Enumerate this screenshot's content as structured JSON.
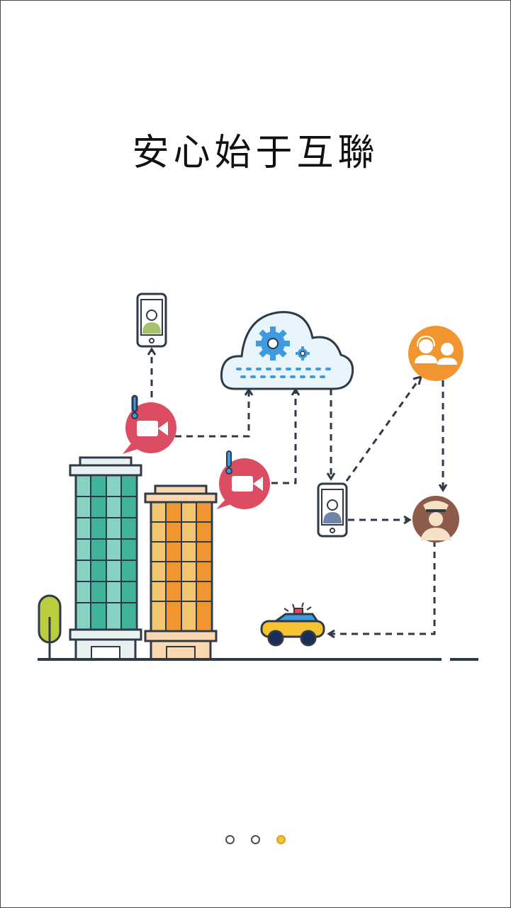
{
  "intro": {
    "title": "安心始于互聯",
    "page_count": 3,
    "active_page": 3
  },
  "colors": {
    "alert_red": "#dc4d63",
    "building_green": "#3fb49a",
    "building_orange": "#f0952f",
    "cloud_fill": "#e8f5fc",
    "gear_blue": "#3f9be0",
    "support_orange": "#f0952f",
    "taxi_yellow": "#f7c232",
    "outline_dark": "#2f3a48",
    "pager_active": "#f7c232"
  },
  "icons": [
    "phone-icon",
    "cloud-server-icon",
    "camera-alert-icon",
    "support-agents-icon",
    "police-officer-icon",
    "taxi-icon",
    "building-icon",
    "tree-icon"
  ]
}
